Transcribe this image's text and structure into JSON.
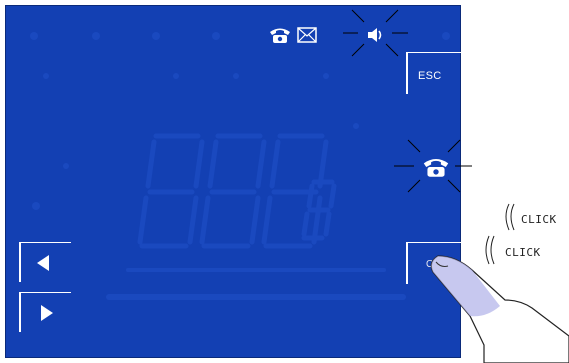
{
  "display": {
    "background": "#1340b3",
    "segment_ghost_color": "#1a49bf",
    "icon_color": "#ffffff"
  },
  "status_icons": [
    "telephone-icon",
    "envelope-icon",
    "speaker-icon"
  ],
  "buttons": {
    "esc_label": "ESC",
    "ok_label": "OK",
    "left_arrow": "previous-arrow-icon",
    "right_arrow": "next-arrow-icon"
  },
  "center_icon": "telephone-icon",
  "annotation": {
    "click_1": "CLICK",
    "click_2": "CLICK"
  }
}
